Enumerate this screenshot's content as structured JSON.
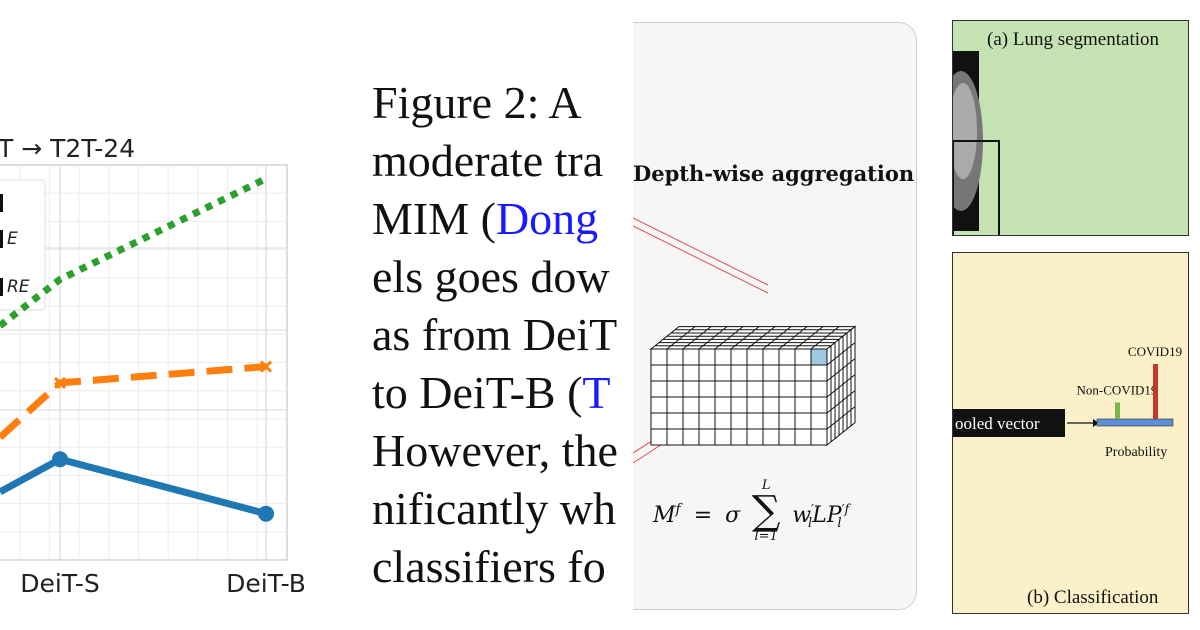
{
  "chart_data": {
    "type": "line",
    "title": "T → T2T-24",
    "categories": [
      "DeiT-S",
      "DeiT-B"
    ],
    "legend_fragments": [
      "E",
      "RE"
    ],
    "series": [
      {
        "style": "dotted",
        "color": "#2ca02c",
        "marker": "none",
        "values": [
          0.58,
          0.95
        ]
      },
      {
        "style": "dashed",
        "color": "#ff7f0e",
        "marker": "x",
        "values": [
          0.2,
          0.26
        ]
      },
      {
        "style": "solid",
        "color": "#1f77b4",
        "marker": "circle",
        "values": [
          -0.08,
          -0.28
        ]
      }
    ],
    "grid": true
  },
  "text_panel": {
    "lines": [
      "Figure 2:  A",
      "moderate tra",
      "MIM (",
      "Dong",
      "els goes dow",
      "as from DeiT",
      "to DeiT-B (",
      "T",
      "However, the",
      "nificantly wh",
      "classifiers fo"
    ]
  },
  "depth_panel": {
    "title": "Depth-wise aggregation",
    "formula_lhs": "M",
    "formula_lhs_sup": "f",
    "formula_eq": "=",
    "formula_sigma": "σ",
    "sum_upper": "L",
    "sum_lower": "l=1",
    "formula_term": "w",
    "formula_term_sup": "′",
    "formula_term_sub": "l",
    "formula_lp": "LP",
    "formula_lp_sup": "′f",
    "formula_lp_sub": "l",
    "highlight_color": "#9ecae1"
  },
  "segmentation_panel": {
    "label": "(a)  Lung segmentation"
  },
  "classification_panel": {
    "label": "(b) Classification",
    "pooled_vector": "ooled vector",
    "bar_labels": [
      "Non-COVID19",
      "COVID19"
    ],
    "bar_values": [
      0.3,
      1.0
    ],
    "bar_colors": [
      "#7ab648",
      "#c0392b"
    ],
    "axis_label": "Probability"
  }
}
